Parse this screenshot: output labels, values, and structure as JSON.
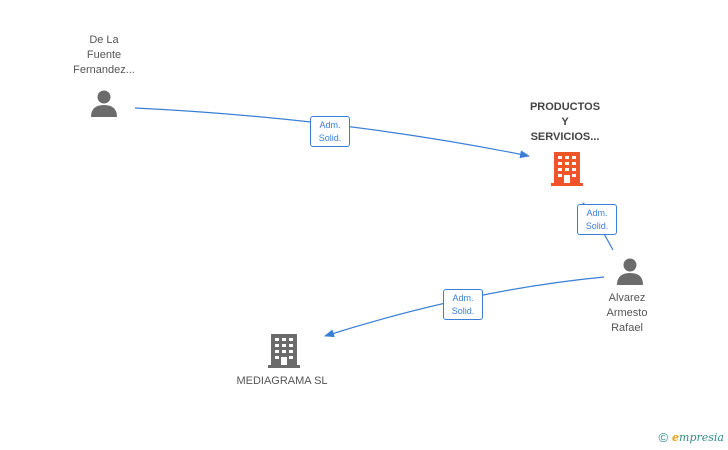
{
  "nodes": {
    "de_la_fuente": {
      "lines": [
        "De La",
        "Fuente",
        "Fernandez..."
      ],
      "kind": "person"
    },
    "productos": {
      "lines": [
        "PRODUCTOS",
        "Y",
        "SERVICIOS..."
      ],
      "kind": "company",
      "highlight": true
    },
    "alvarez": {
      "lines": [
        "Alvarez",
        "Armesto",
        "Rafael"
      ],
      "kind": "person"
    },
    "mediagrama": {
      "lines": [
        "MEDIAGRAMA SL"
      ],
      "kind": "company"
    }
  },
  "edges": [
    {
      "from": "de_la_fuente",
      "to": "productos",
      "label": [
        "Adm.",
        "Solid."
      ]
    },
    {
      "from": "alvarez",
      "to": "productos",
      "label": [
        "Adm.",
        "Solid."
      ]
    },
    {
      "from": "alvarez",
      "to": "mediagrama",
      "label": [
        "Adm.",
        "Solid."
      ]
    }
  ],
  "colors": {
    "edge": "#3a7fd5",
    "person_icon": "#6b6b6b",
    "company_icon": "#6b6b6b",
    "highlight_company_icon": "#f0552a"
  },
  "watermark": {
    "copyright_symbol": "©",
    "brand_initial": "e",
    "brand_rest": "mpresia"
  }
}
